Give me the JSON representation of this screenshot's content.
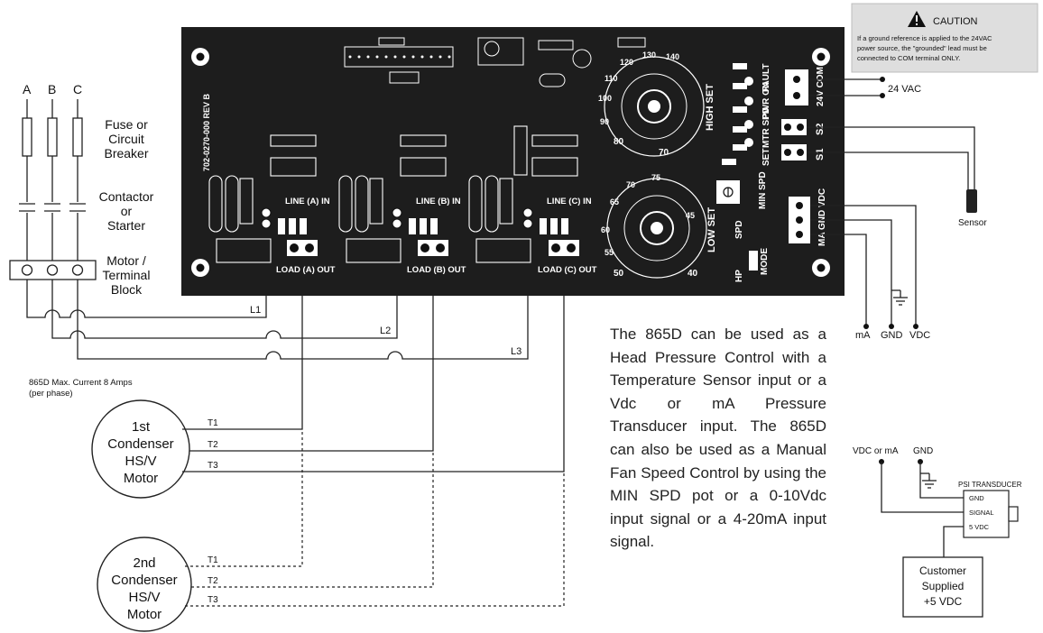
{
  "caution": {
    "title": "CAUTION",
    "text_lines": [
      "If a ground reference is applied to the 24VAC",
      "power source, the \"grounded\" lead must be",
      "connected to COM terminal ONLY."
    ]
  },
  "phases": [
    "A",
    "B",
    "C"
  ],
  "left_labels": {
    "fuse": [
      "Fuse or",
      "Circuit",
      "Breaker"
    ],
    "contactor": [
      "Contactor",
      "or",
      "Starter"
    ],
    "motor_block": [
      "Motor /",
      "Terminal",
      "Block"
    ]
  },
  "line_labels": [
    "L1",
    "L2",
    "L3"
  ],
  "max_current": [
    "865D Max. Current 8 Amps",
    "(per phase)"
  ],
  "motors": [
    {
      "lines": [
        "1st",
        "Condenser",
        "HS/V",
        "Motor"
      ],
      "terminals": [
        "T1",
        "T2",
        "T3"
      ]
    },
    {
      "lines": [
        "2nd",
        "Condenser",
        "HS/V",
        "Motor"
      ],
      "terminals": [
        "T1",
        "T2",
        "T3"
      ]
    }
  ],
  "board": {
    "part_number": "702-0270-000 REV B",
    "line_in": [
      "LINE (A) IN",
      "LINE (B) IN",
      "LINE (C) IN"
    ],
    "load_out": [
      "LOAD (A) OUT",
      "LOAD (B) OUT",
      "LOAD (C) OUT"
    ],
    "high_set": "HIGH SET",
    "low_set": "LOW SET",
    "high_dial_ticks": [
      "80",
      "90",
      "100",
      "110",
      "120",
      "130",
      "140",
      "70"
    ],
    "low_dial_ticks": [
      "50",
      "55",
      "60",
      "65",
      "70",
      "75",
      "45",
      "40"
    ],
    "status_labels": [
      "FAULT",
      "PWR ON",
      "MTR SPD",
      "SET"
    ],
    "s_labels": [
      "S2",
      "S1"
    ],
    "com_label": "24V COM",
    "min_spd": "MIN SPD",
    "ma_gnd_vdc": "MA GND VDC",
    "spd": "SPD",
    "mode": "MODE",
    "hp": "HP"
  },
  "right_labels": {
    "vac": "24 VAC",
    "sensor": "Sensor",
    "ma": "mA",
    "gnd": "GND",
    "vdc": "VDC"
  },
  "description": "The 865D can be used as a Head Pressure Control with a Temperature Sensor input or a Vdc or mA Pressure Transducer input. The 865D can also be used as a Manual Fan Speed Control by using the MIN SPD pot or a 0-10Vdc input signal or a 4-20mA input signal.",
  "transducer": {
    "vdc_or_ma": "VDC or mA",
    "gnd": "GND",
    "title": "PSI TRANSDUCER",
    "pins": [
      "GND",
      "SIGNAL",
      "5 VDC"
    ],
    "supply": [
      "Customer",
      "Supplied",
      "+5 VDC"
    ]
  }
}
